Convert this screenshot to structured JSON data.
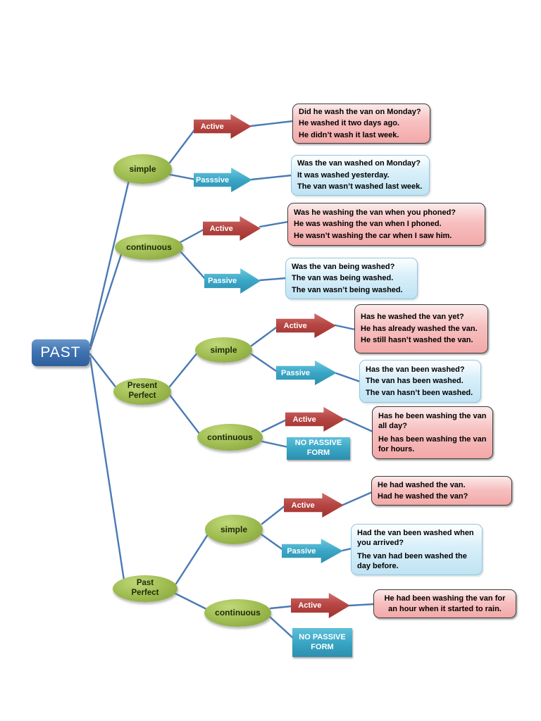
{
  "root_label": "PAST",
  "colors": {
    "connector": "#4a7ab5",
    "active_arrow": "#b74744",
    "passive_arrow": "#3aa6c6",
    "node_green": "#9cba4e",
    "root_blue": "#3f74b2",
    "example_box_pink": "#f3a8a8",
    "example_box_blue": "#bfe3f3"
  },
  "sections": {
    "past_simple": {
      "node_label": "simple",
      "active_label": "Active",
      "passive_label": "Passsive",
      "active_examples": [
        "Did he wash the van on Monday?",
        "He washed it two days ago.",
        "He didn’t wash it last week."
      ],
      "passive_examples": [
        "Was the van washed on Monday?",
        "It was washed yesterday.",
        "The van wasn’t washed last week."
      ]
    },
    "past_continuous": {
      "node_label": "continuous",
      "active_label": "Active",
      "passive_label": "Passive",
      "active_examples": [
        "Was he washing the van when you phoned?",
        "He was washing the van when I phoned.",
        "He wasn’t washing the car when I saw him."
      ],
      "passive_examples": [
        "Was the van being washed?",
        "The van was being washed.",
        "The van wasn’t being washed."
      ]
    },
    "present_perfect": {
      "node_label": "Present Perfect",
      "simple": {
        "node_label": "simple",
        "active_label": "Active",
        "passive_label": "Passive",
        "active_examples": [
          "Has he washed the van yet?",
          "He has already washed the van.",
          "He still hasn’t washed the van."
        ],
        "passive_examples": [
          "Has the van been washed?",
          "The van has been washed.",
          "The van hasn’t been washed."
        ]
      },
      "continuous": {
        "node_label": "continuous",
        "active_label": "Active",
        "no_passive_label": "NO PASSIVE FORM",
        "active_examples": [
          "Has he been washing the van all day?",
          "He has been washing the van for hours."
        ]
      }
    },
    "past_perfect": {
      "node_label": "Past Perfect",
      "simple": {
        "node_label": "simple",
        "active_label": "Active",
        "passive_label": "Passive",
        "active_examples": [
          "He had washed the van.",
          "Had he washed the van?"
        ],
        "passive_examples": [
          "Had the van been washed when you arrived?",
          "The van had been washed the day before."
        ]
      },
      "continuous": {
        "node_label": "continuous",
        "active_label": "Active",
        "no_passive_label": "NO PASSIVE FORM",
        "active_examples": [
          "He had been washing the van for an hour when it started to rain."
        ]
      }
    }
  }
}
